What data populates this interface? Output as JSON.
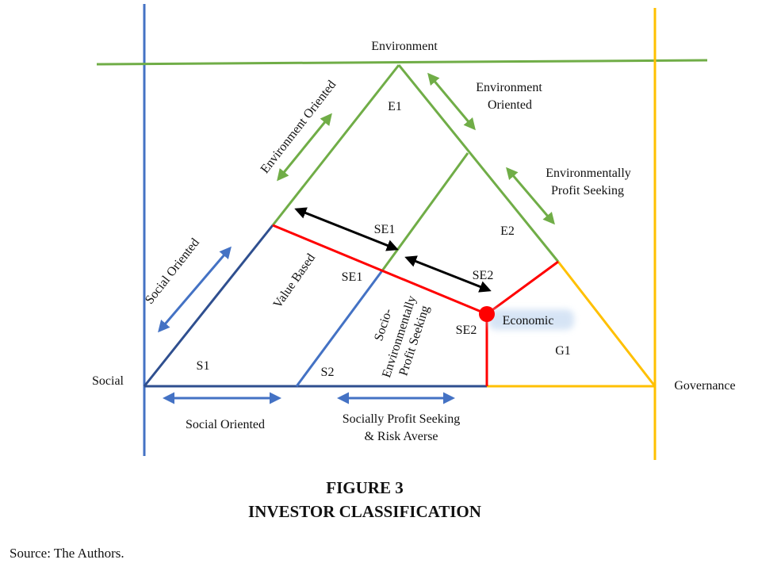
{
  "axes": {
    "environment": "Environment",
    "social": "Social",
    "governance": "Governance"
  },
  "regions": {
    "e1": "E1",
    "e2": "E2",
    "se1_top": "SE1",
    "se1_mid": "SE1",
    "se2_top": "SE2",
    "se2_mid": "SE2",
    "s1": "S1",
    "s2": "S2",
    "g1": "G1"
  },
  "annotations": {
    "environment_oriented_left": "Environment Oriented",
    "environment_oriented_right_1": "Environment",
    "environment_oriented_right_2": "Oriented",
    "env_profit_seeking_1": "Environmentally",
    "env_profit_seeking_2": "Profit Seeking",
    "social_oriented_left": "Social Oriented",
    "value_based": "Value Based",
    "socio_env_1": "Socio-",
    "socio_env_2": "Environmentally",
    "socio_env_3": "Profit Seeking",
    "economic": "Economic",
    "social_oriented_bottom": "Social Oriented",
    "socially_profit_1": "Socially Profit Seeking",
    "socially_profit_2": "& Risk Averse"
  },
  "figure": {
    "number": "FIGURE 3",
    "title": "INVESTOR CLASSIFICATION"
  },
  "source": "Source: The Authors.",
  "colors": {
    "social_blue": "#4472c4",
    "dark_blue": "#2f4f8f",
    "environment_green": "#70ad47",
    "governance_yellow": "#ffc000",
    "economic_red": "#ff0000",
    "arrow_black": "#000000"
  }
}
